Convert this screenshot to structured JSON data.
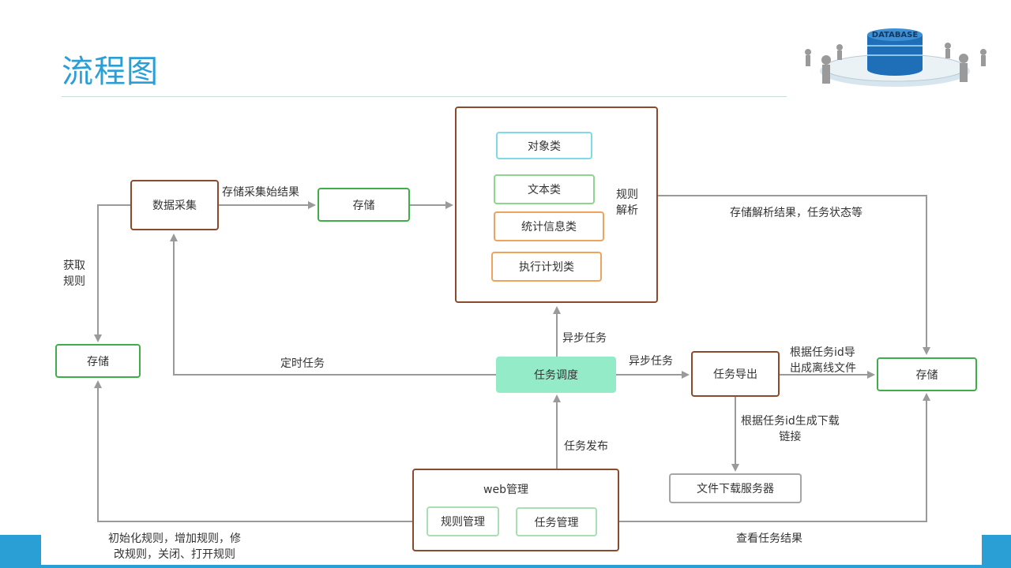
{
  "page": {
    "title": "流程图"
  },
  "logo": {
    "text": "DATABASE",
    "icon": "database-network-icon"
  },
  "nodes": {
    "data_collect": "数据采集",
    "storage_top": "存储",
    "storage_left": "存储",
    "storage_right": "存储",
    "object_class": "对象类",
    "text_class": "文本类",
    "stats_class": "统计信息类",
    "exec_plan_class": "执行计划类",
    "task_schedule": "任务调度",
    "task_export": "任务导出",
    "file_server": "文件下载服务器",
    "web_manage": "web管理",
    "rule_manage": "规则管理",
    "task_manage": "任务管理"
  },
  "edge_labels": {
    "store_raw": "存储采集始结果",
    "rule_parse": "规则\n解析",
    "store_parse": "存储解析结果，任务状态等",
    "get_rule": "获取\n规则",
    "timed_task": "定时任务",
    "async_task_up": "异步任务",
    "async_task_right": "异步任务",
    "gen_offline": "根据任务id导\n出成离线文件",
    "gen_link": "根据任务id生成下载\n链接",
    "task_publish": "任务发布",
    "rule_ops": "初始化规则，增加规则，修\n改规则，关闭、打开规则",
    "view_result": "查看任务结果"
  },
  "colors": {
    "title": "#2a9fd6",
    "brown": "#8b4a2b",
    "green": "#3fae49",
    "orange": "#f0a35c",
    "cyan": "#7fd9e6",
    "mint": "#93ebc8",
    "arrow": "#9a9a9a"
  }
}
